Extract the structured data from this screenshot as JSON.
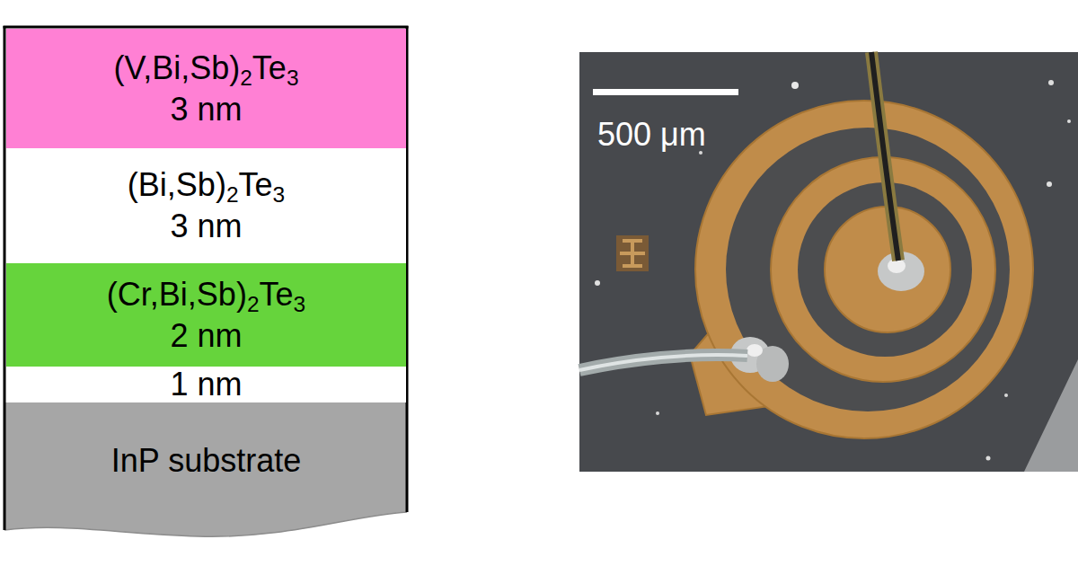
{
  "diagram": {
    "nodes": [
      {
        "text": [
          "(V,Bi,Sb)2Te3",
          "3 nm"
        ]
      },
      {
        "text": [
          "(Bi,Sb)2Te3",
          "3 nm"
        ]
      },
      {
        "text": [
          "(Cr,Bi,Sb)2Te3",
          "2 nm"
        ]
      },
      {
        "text": [
          "1 nm"
        ]
      },
      {
        "text": [
          "InP substrate"
        ]
      }
    ],
    "labels": [
      "500 μm"
    ]
  }
}
